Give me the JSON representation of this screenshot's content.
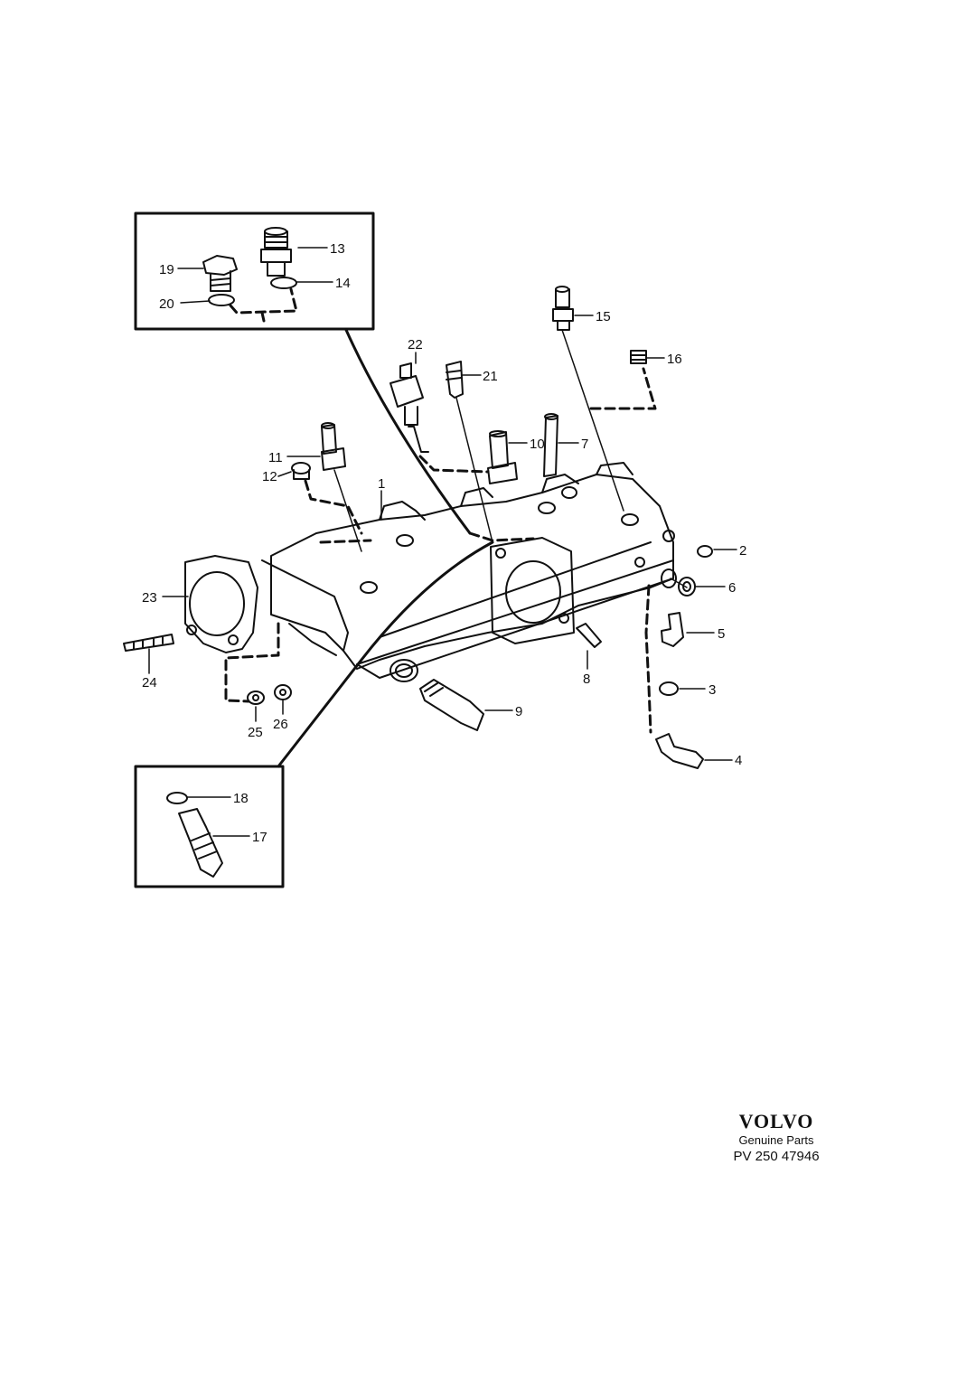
{
  "diagram": {
    "callouts": [
      "1",
      "2",
      "3",
      "4",
      "5",
      "6",
      "7",
      "8",
      "9",
      "10",
      "11",
      "12",
      "13",
      "14",
      "15",
      "16",
      "17",
      "18",
      "19",
      "20",
      "21",
      "22",
      "23",
      "24",
      "25",
      "26"
    ]
  },
  "brand": {
    "name": "VOLVO",
    "subtitle": "Genuine Parts",
    "code": "PV 250 47946"
  },
  "colors": {
    "ink": "#111111",
    "paper": "#ffffff"
  }
}
